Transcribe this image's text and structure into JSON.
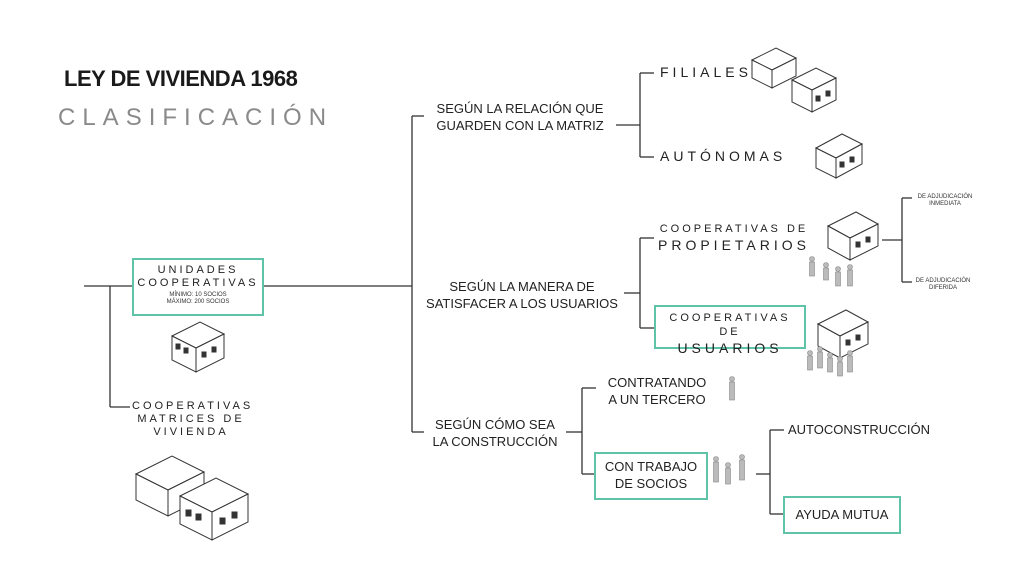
{
  "header": {
    "title": "LEY DE VIVIENDA 1968",
    "subtitle": "CLASIFICACIÓN"
  },
  "root": {
    "label_line1": "UNIDADES",
    "label_line2": "COOPERATIVAS",
    "note_line1": "MÍNIMO: 10 SOCIOS",
    "note_line2": "MÁXIMO: 200 SOCIOS",
    "matrices_line1": "COOPERATIVAS",
    "matrices_line2": "MATRICES DE",
    "matrices_line3": "VIVIENDA"
  },
  "branch_relacion": {
    "line1": "SEGÚN LA RELACIÓN QUE",
    "line2": "GUARDEN CON LA MATRIZ",
    "filiales": "FILIALES",
    "autonomas": "AUTÓNOMAS"
  },
  "branch_manera": {
    "line1": "SEGÚN LA MANERA DE",
    "line2": "SATISFACER A LOS USUARIOS",
    "propietarios_line1": "COOPERATIVAS DE",
    "propietarios_line2": "PROPIETARIOS",
    "adjudicacion_inmediata_line1": "DE ADJUDICACIÓN",
    "adjudicacion_inmediata_line2": "INMEDIATA",
    "adjudicacion_diferida_line1": "DE ADJUDICACIÓN",
    "adjudicacion_diferida_line2": "DIFERIDA",
    "usuarios_line1": "COOPERATIVAS DE",
    "usuarios_line2": "USUARIOS"
  },
  "branch_construccion": {
    "line1": "SEGÚN CÓMO SEA",
    "line2": "LA CONSTRUCCIÓN",
    "contratando_line1": "CONTRATANDO",
    "contratando_line2": "A UN TERCERO",
    "trabajo_line1": "CON TRABAJO",
    "trabajo_line2": "DE SOCIOS",
    "autoconstruccion": "AUTOCONSTRUCCIÓN",
    "ayuda_mutua": "AYUDA MUTUA"
  },
  "colors": {
    "accent": "#5fc3a8",
    "line": "#333333",
    "subtitle": "#8a8a8a"
  },
  "icons": [
    "house-icon",
    "person-icon"
  ]
}
